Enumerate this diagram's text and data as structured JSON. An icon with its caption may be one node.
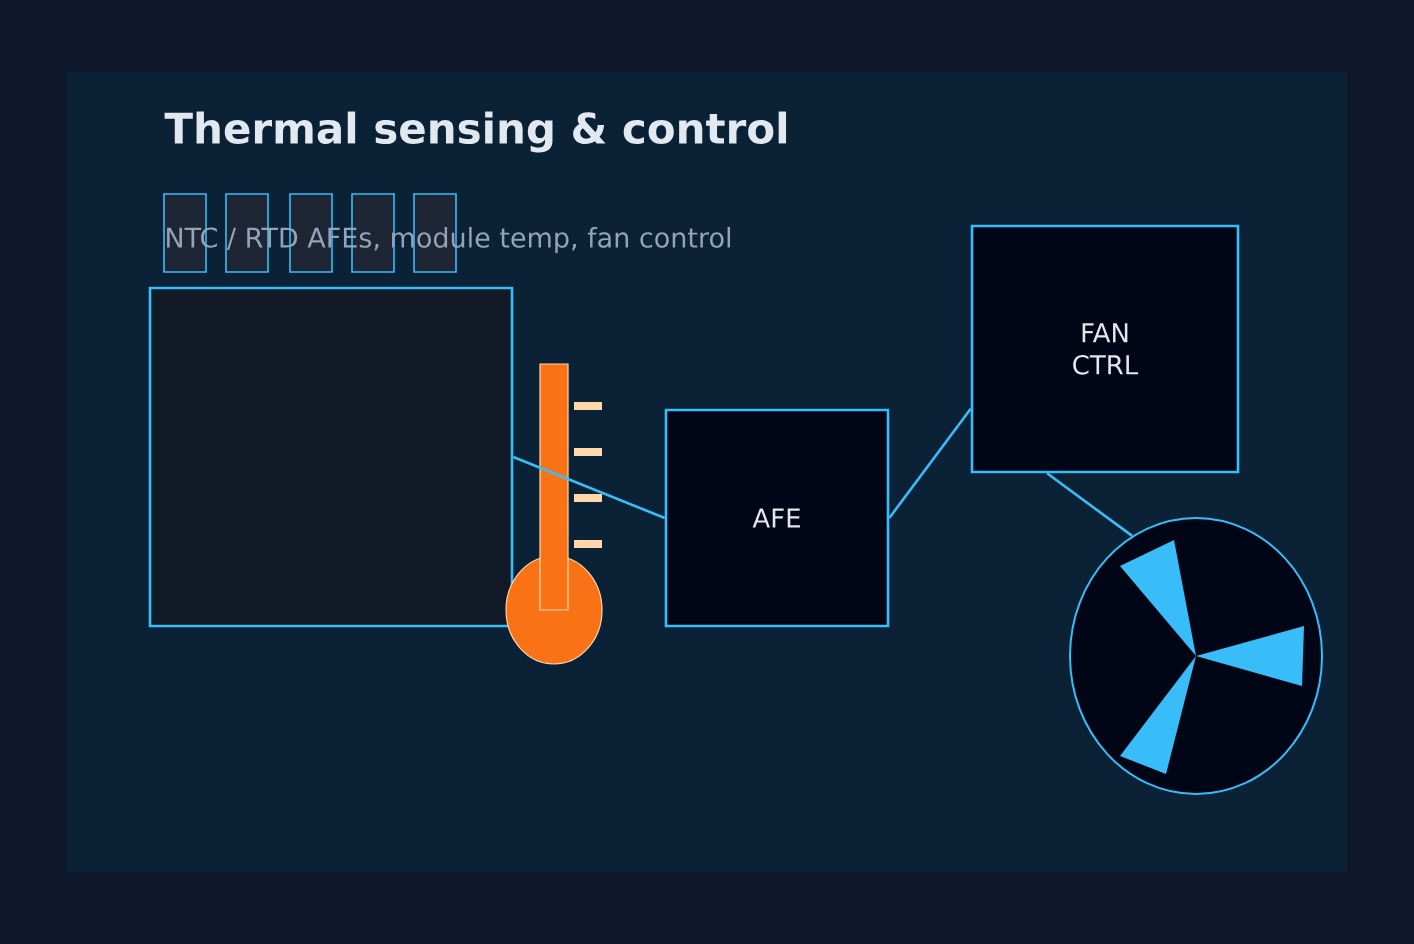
{
  "diagram": {
    "title": "Thermal sensing & control",
    "nodes": [
      {
        "text": [],
        "shape": "box"
      },
      {
        "text": [
          "AFE"
        ]
      },
      {
        "text": [
          "FAN CTRL"
        ]
      },
      {
        "text": [],
        "shape": "circle"
      }
    ],
    "edges": [
      {
        "from": 0,
        "to": 1,
        "arrow": "none"
      },
      {
        "from": 1,
        "to": 2,
        "arrow": "none"
      },
      {
        "from": 2,
        "to": 3,
        "arrow": "none"
      }
    ],
    "labels": [
      "NTC / RTD AFEs, module temp, fan control"
    ]
  }
}
